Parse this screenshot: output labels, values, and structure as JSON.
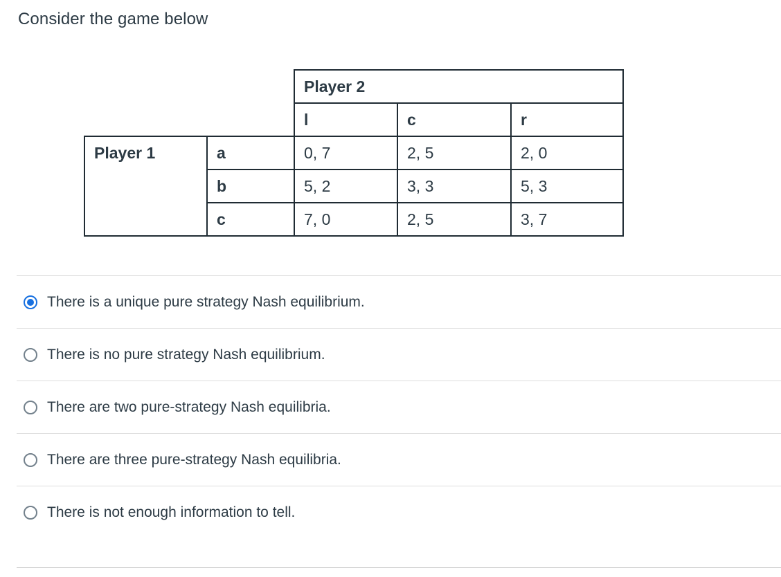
{
  "prompt": "Consider the game below",
  "matrix": {
    "player2_label": "Player 2",
    "player1_label": "Player 1",
    "col_headers": [
      "l",
      "c",
      "r"
    ],
    "row_headers": [
      "a",
      "b",
      "c"
    ],
    "cells": [
      [
        "0, 7",
        "2, 5",
        "2, 0"
      ],
      [
        "5, 2",
        "3, 3",
        "5, 3"
      ],
      [
        "7, 0",
        "2, 5",
        "3, 7"
      ]
    ]
  },
  "answers": {
    "selected_index": 0,
    "options": [
      {
        "label": "There is a unique pure strategy Nash equilibrium."
      },
      {
        "label": "There is no pure strategy Nash equilibrium."
      },
      {
        "label": "There are two pure-strategy Nash equilibria."
      },
      {
        "label": "There are three pure-strategy Nash equilibria."
      },
      {
        "label": "There is not enough information to tell."
      }
    ]
  },
  "colors": {
    "text": "#2d3b45",
    "accent": "#1770e0",
    "radio_border": "#73818c",
    "divider": "#dddddd",
    "table_border": "#1f2b33"
  }
}
